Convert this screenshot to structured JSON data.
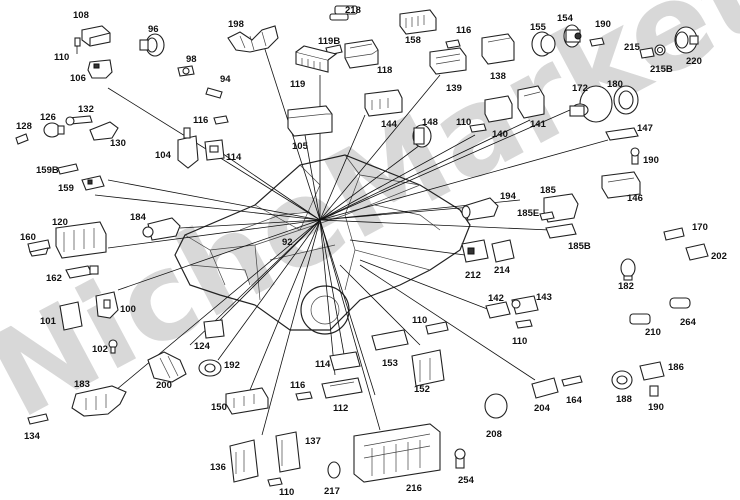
{
  "watermark": "NicheMarket",
  "part_numbers": {
    "p108": "108",
    "p110a": "110",
    "p106": "106",
    "p96": "96",
    "p98": "98",
    "p94": "94",
    "p198": "198",
    "p218": "218",
    "p119b": "119B",
    "p119": "119",
    "p118": "118",
    "p158": "158",
    "p116a": "116",
    "p138": "138",
    "p155": "155",
    "p154": "154",
    "p190a": "190",
    "p215": "215",
    "p215b": "215B",
    "p220": "220",
    "p126": "126",
    "p132": "132",
    "p128": "128",
    "p130": "130",
    "p116b": "116",
    "p104": "104",
    "p114a": "114",
    "p105": "105",
    "p144": "144",
    "p139": "139",
    "p148": "148",
    "p110b": "110",
    "p140": "140",
    "p141": "141",
    "p172": "172",
    "p180": "180",
    "p147": "147",
    "p190b": "190",
    "p159b": "159B",
    "p159": "159",
    "p194": "194",
    "p185": "185",
    "p185e": "185E",
    "p185b": "185B",
    "p146": "146",
    "p120": "120",
    "p184": "184",
    "p160": "160",
    "p92": "92",
    "p170": "170",
    "p202": "202",
    "p212": "212",
    "p214": "214",
    "p162": "162",
    "p182": "182",
    "p101": "101",
    "p100": "100",
    "p142": "142",
    "p143": "143",
    "p210": "210",
    "p264": "264",
    "p102": "102",
    "p124": "124",
    "p110c": "110",
    "p110d": "110",
    "p153": "153",
    "p200": "200",
    "p192": "192",
    "p114b": "114",
    "p186": "186",
    "p183": "183",
    "p116c": "116",
    "p152": "152",
    "p164": "164",
    "p204": "204",
    "p188": "188",
    "p190c": "190",
    "p112": "112",
    "p150": "150",
    "p134": "134",
    "p208": "208",
    "p137": "137",
    "p136": "136",
    "p254": "254",
    "p110e": "110",
    "p217": "217",
    "p216": "216"
  }
}
